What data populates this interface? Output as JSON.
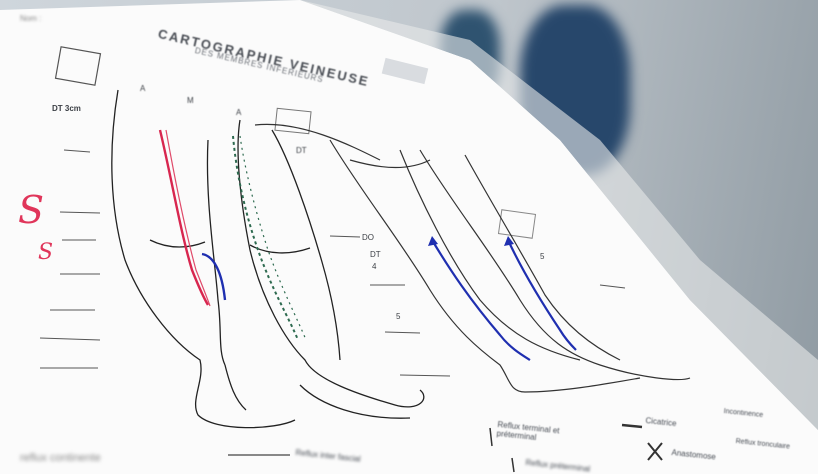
{
  "form": {
    "name_label": "Nom :",
    "title": "CARTOGRAPHIE VEINEUSE",
    "subtitle": "DES MEMBRES INFERIEURS",
    "view_letters": [
      "A",
      "M",
      "A"
    ],
    "measures": [
      "DT 3cm",
      "DT",
      "DO",
      "DT",
      "4",
      "5",
      "5"
    ],
    "legend": [
      "Reflux terminal et préterminal",
      "Cicatrice",
      "Reflux inter fascial",
      "Reflux préterminal",
      "Incontinence",
      "Anastomose",
      "Reflux tronculaire"
    ],
    "bottom_left_text": "reflux continente"
  },
  "annotations": {
    "handwritten": [
      "S",
      "S"
    ],
    "ink_colors": {
      "red": "#d8264f",
      "blue": "#1f2fb0",
      "green": "#2d6a4f"
    }
  }
}
